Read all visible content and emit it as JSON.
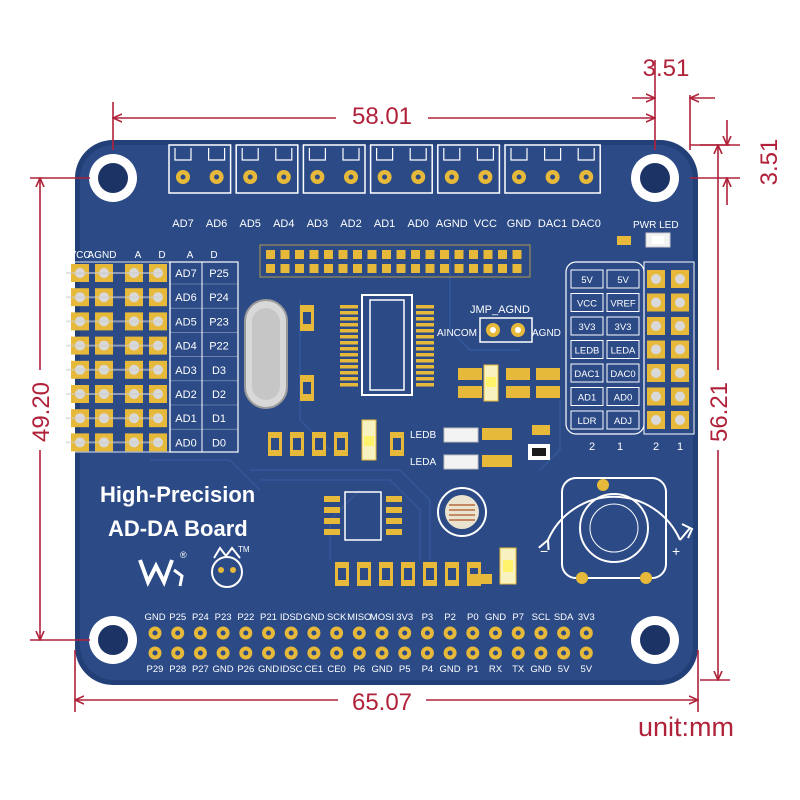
{
  "dimensions": {
    "top_width": "58.01",
    "hole_offset_x": "3.51",
    "hole_offset_y": "3.51",
    "left_height": "49.20",
    "right_height": "56.21",
    "bottom_width": "65.07",
    "unit_label": "unit:mm"
  },
  "board": {
    "title_line1": "High-Precision",
    "title_line2": "AD-DA Board",
    "trademark": "TM",
    "registered": "®",
    "pcb_color": "#2b4a86",
    "pad_color": "#e7b93a"
  },
  "top_header_labels": [
    "AD7",
    "AD6",
    "AD5",
    "AD4",
    "AD3",
    "AD2",
    "AD1",
    "AD0",
    "AGND",
    "VCC",
    "GND",
    "DAC1",
    "DAC0"
  ],
  "pwr_led_label": "PWR LED",
  "left_header": {
    "column_labels": [
      "VCC",
      "AGND",
      "A",
      "D",
      "A",
      "D"
    ],
    "rows": [
      {
        "a": "AD7",
        "d": "P25"
      },
      {
        "a": "AD6",
        "d": "P24"
      },
      {
        "a": "AD5",
        "d": "P23"
      },
      {
        "a": "AD4",
        "d": "P22"
      },
      {
        "a": "AD3",
        "d": "D3"
      },
      {
        "a": "AD2",
        "d": "D2"
      },
      {
        "a": "AD1",
        "d": "D1"
      },
      {
        "a": "AD0",
        "d": "D0"
      }
    ]
  },
  "jumper": {
    "title": "JMP_AGND",
    "left": "AINCOM",
    "right": "AGND"
  },
  "leds": [
    "LEDB",
    "LEDA"
  ],
  "right_jumper_block": {
    "rows": [
      {
        "left": "5V",
        "right": "5V"
      },
      {
        "left": "VCC",
        "right": "VREF"
      },
      {
        "left": "3V3",
        "right": "3V3"
      },
      {
        "left": "LEDB",
        "right": "LEDA"
      },
      {
        "left": "DAC1",
        "right": "DAC0"
      },
      {
        "left": "AD1",
        "right": "AD0"
      },
      {
        "left": "LDR",
        "right": "ADJ"
      }
    ],
    "column_numbers": [
      "2",
      "1",
      "2",
      "1"
    ]
  },
  "potentiometer": {
    "minus": "−",
    "plus": "+"
  },
  "gpio_top_labels": [
    "GND",
    "P25",
    "P24",
    "P23",
    "P22",
    "P21",
    "IDSD",
    "GND",
    "SCK",
    "MISO",
    "MOSI",
    "3V3",
    "P3",
    "P2",
    "P0",
    "GND",
    "P7",
    "SCL",
    "SDA",
    "3V3"
  ],
  "gpio_bottom_labels": [
    "P29",
    "P28",
    "P27",
    "GND",
    "P26",
    "GND",
    "IDSC",
    "CE1",
    "CE0",
    "P6",
    "GND",
    "P5",
    "P4",
    "GND",
    "P1",
    "RX",
    "TX",
    "GND",
    "5V",
    "5V"
  ]
}
